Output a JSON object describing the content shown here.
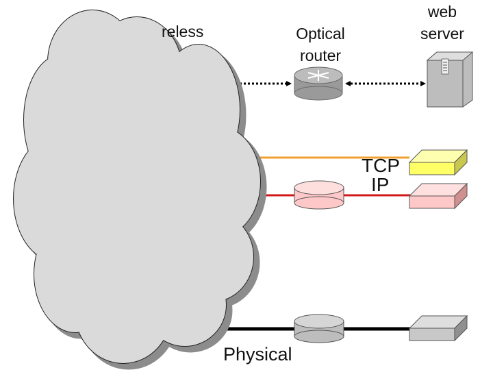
{
  "labels": {
    "wireless_fragment": "reless",
    "optical_router_line1": "Optical",
    "optical_router_line2": "router",
    "web_server_line1": "web",
    "web_server_line2": "server",
    "tcp": "TCP",
    "ip": "IP",
    "physical": "Physical"
  },
  "colors": {
    "cloud_fill": "#dadada",
    "cloud_shadow": "#8c8c8c",
    "tcp_line": "#f0a030",
    "ip_line": "#d01818",
    "physical_line": "#000000",
    "tcp_box": "#ffff80",
    "ip_box": "#ffc8c8",
    "physical_box": "#c8c8c8",
    "server_body": "#c8c8c8"
  },
  "icons": [
    "optical-router-icon",
    "web-server-icon",
    "ip-router-icon",
    "physical-router-icon"
  ]
}
